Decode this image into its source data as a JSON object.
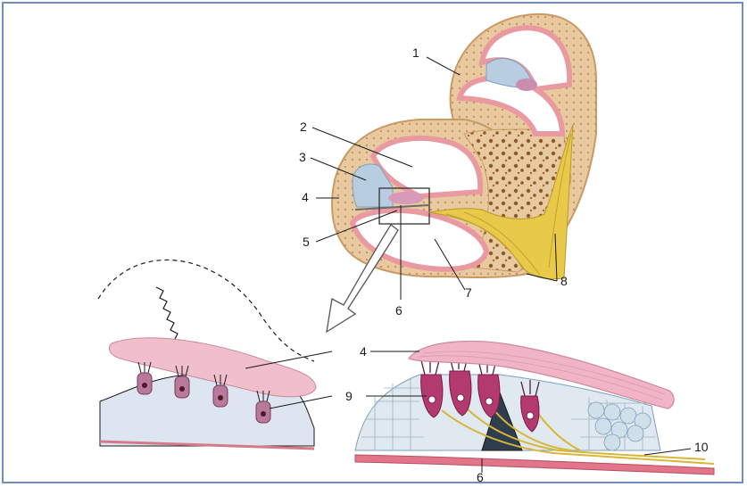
{
  "labels": {
    "l1": "1",
    "l2": "2",
    "l3": "3",
    "l4": "4",
    "l5": "5",
    "l6": "6",
    "l7": "7",
    "l8": "8",
    "l4b": "4",
    "l9": "9",
    "l10": "10",
    "l6b": "6"
  },
  "colors": {
    "bone": "#e9c9a0",
    "bone_edge": "#c99a64",
    "duct_wall": "#e89aa0",
    "duct_fill": "#ffffff",
    "membrane": "#efb6c4",
    "nerve": "#e8c94a",
    "scala_blue": "#b8cde0",
    "hair_cell": "#b23a6e",
    "frame": "#6d8fb8"
  }
}
